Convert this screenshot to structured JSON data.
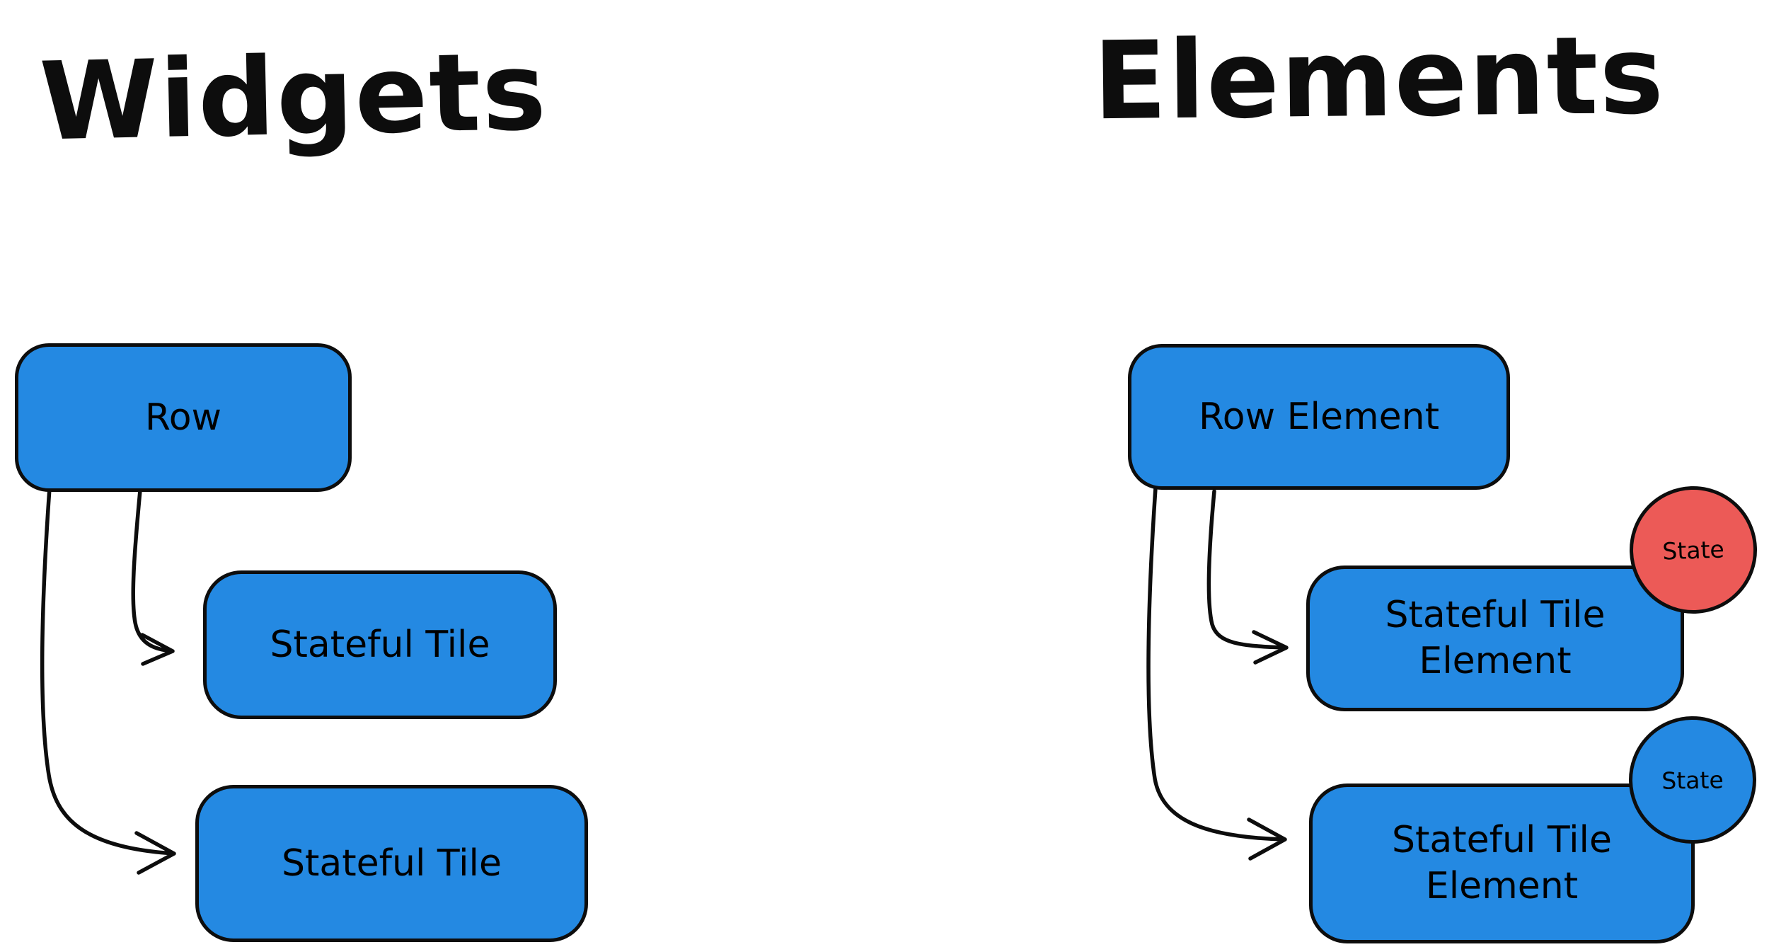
{
  "titles": {
    "left": "Widgets",
    "right": "Elements"
  },
  "widgets": {
    "row_label": "Row",
    "tile1_label": "Stateful Tile",
    "tile2_label": "Stateful Tile"
  },
  "elements": {
    "row_label": "Row Element",
    "tile1_label": "Stateful Tile Element",
    "tile2_label": "Stateful Tile Element",
    "state1_label": "State",
    "state2_label": "State"
  },
  "colors": {
    "node_blue": "#2489e2",
    "state_red": "#ec5a57",
    "stroke": "#0d0d0d"
  }
}
